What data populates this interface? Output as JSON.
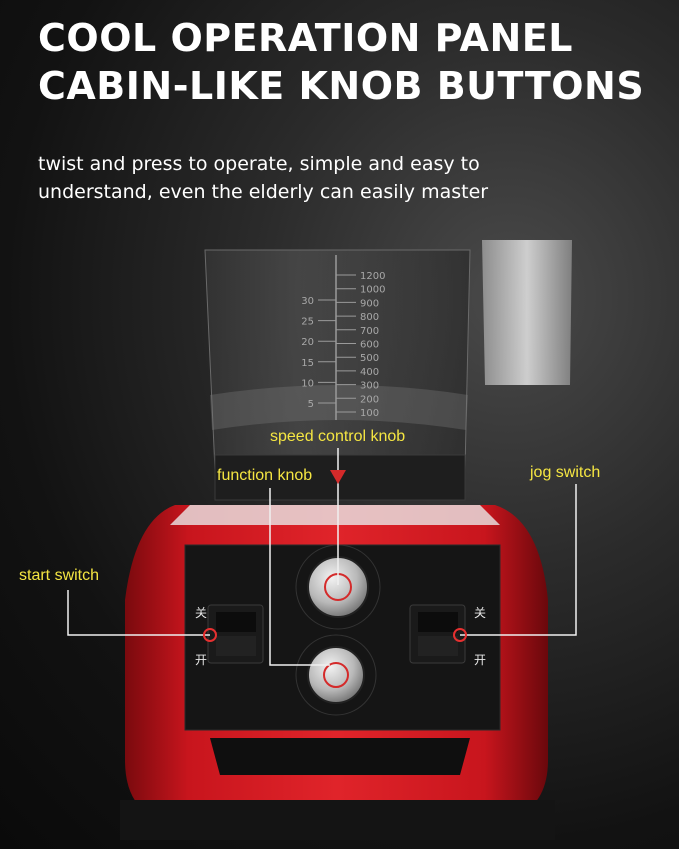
{
  "headline": {
    "line1": "COOL OPERATION PANEL",
    "line2": "CABIN-LIKE KNOB BUTTONS"
  },
  "description": {
    "line1": "twist and press to operate, simple and easy to",
    "line2": "understand, even the elderly can easily master"
  },
  "callouts": {
    "speed_control_knob": "speed control knob",
    "function_knob": "function knob",
    "jog_switch": "jog switch",
    "start_switch": "start switch"
  },
  "panel_marks": {
    "off": "关",
    "on": "开"
  },
  "jar_scale": {
    "left": [
      "30",
      "25",
      "20",
      "15",
      "10",
      "5"
    ],
    "right": [
      "1200",
      "1000",
      "900",
      "800",
      "700",
      "600",
      "500",
      "400",
      "300",
      "200",
      "100"
    ]
  },
  "colors": {
    "callout_text": "#f5e642",
    "body_red": "#c0141c",
    "panel_black": "#151515"
  }
}
